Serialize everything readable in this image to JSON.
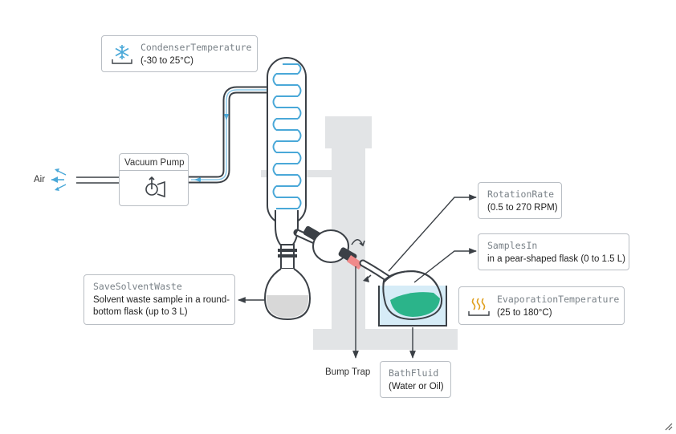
{
  "condenser": {
    "title": "CondenserTemperature",
    "detail": "(-30 to 25°C)",
    "icon": "snowflake-icon",
    "icon_color": "#4aa8d8"
  },
  "pump": {
    "title": "Vacuum Pump",
    "icon": "vacuum-pump-icon"
  },
  "air": {
    "label": "Air"
  },
  "rotation": {
    "title": "RotationRate",
    "detail": "(0.5 to 270 RPM)"
  },
  "samples": {
    "title": "SamplesIn",
    "detail": "in a pear-shaped flask (0 to 1.5 L)"
  },
  "evaporation": {
    "title": "EvaporationTemperature",
    "detail": "(25 to 180°C)",
    "icon": "heat-icon",
    "icon_color": "#e0a020"
  },
  "waste": {
    "title": "SaveSolventWaste",
    "detail_line1": "Solvent waste sample in a round-",
    "detail_line2": "bottom flask (up to 3 L)"
  },
  "bump_trap": {
    "label": "Bump Trap"
  },
  "bath": {
    "title": "BathFluid",
    "detail": "(Water or Oil)"
  },
  "colors": {
    "coolant": "#4aa8d8",
    "sample": "#2bb48a",
    "bath_water": "#d6ecf7",
    "stand": "#e2e4e6",
    "outline": "#3b4046",
    "waste_fill": "#d8d8d8",
    "bump_trap": "#f08a8a"
  }
}
